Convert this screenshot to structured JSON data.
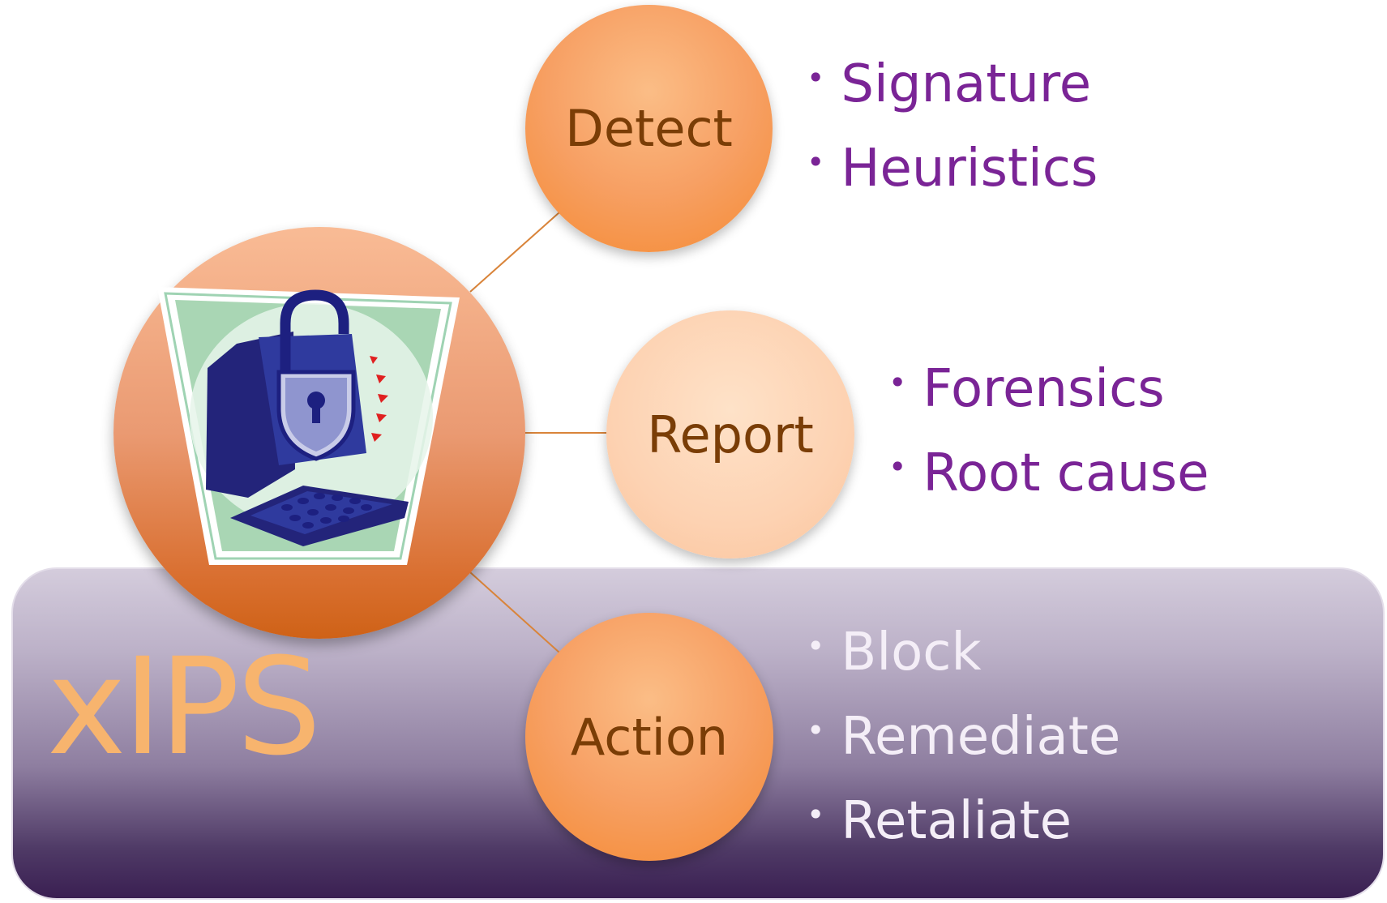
{
  "title_text": "xIPS",
  "nodes": {
    "detect": {
      "label": "Detect",
      "items": [
        "Signature",
        "Heuristics"
      ]
    },
    "report": {
      "label": "Report",
      "items": [
        "Forensics",
        "Root cause"
      ]
    },
    "action": {
      "label": "Action",
      "items": [
        "Block",
        "Remediate",
        "Retaliate"
      ]
    }
  },
  "central_icon": "computer-padlock-icon",
  "colors": {
    "node_orange": "#f7a064",
    "node_peach": "#fdd2b2",
    "label_brown": "#7a3d06",
    "bullet_purple": "#7a2496",
    "band_dark": "#3a1f52",
    "xips_orange": "#f7b46e"
  }
}
